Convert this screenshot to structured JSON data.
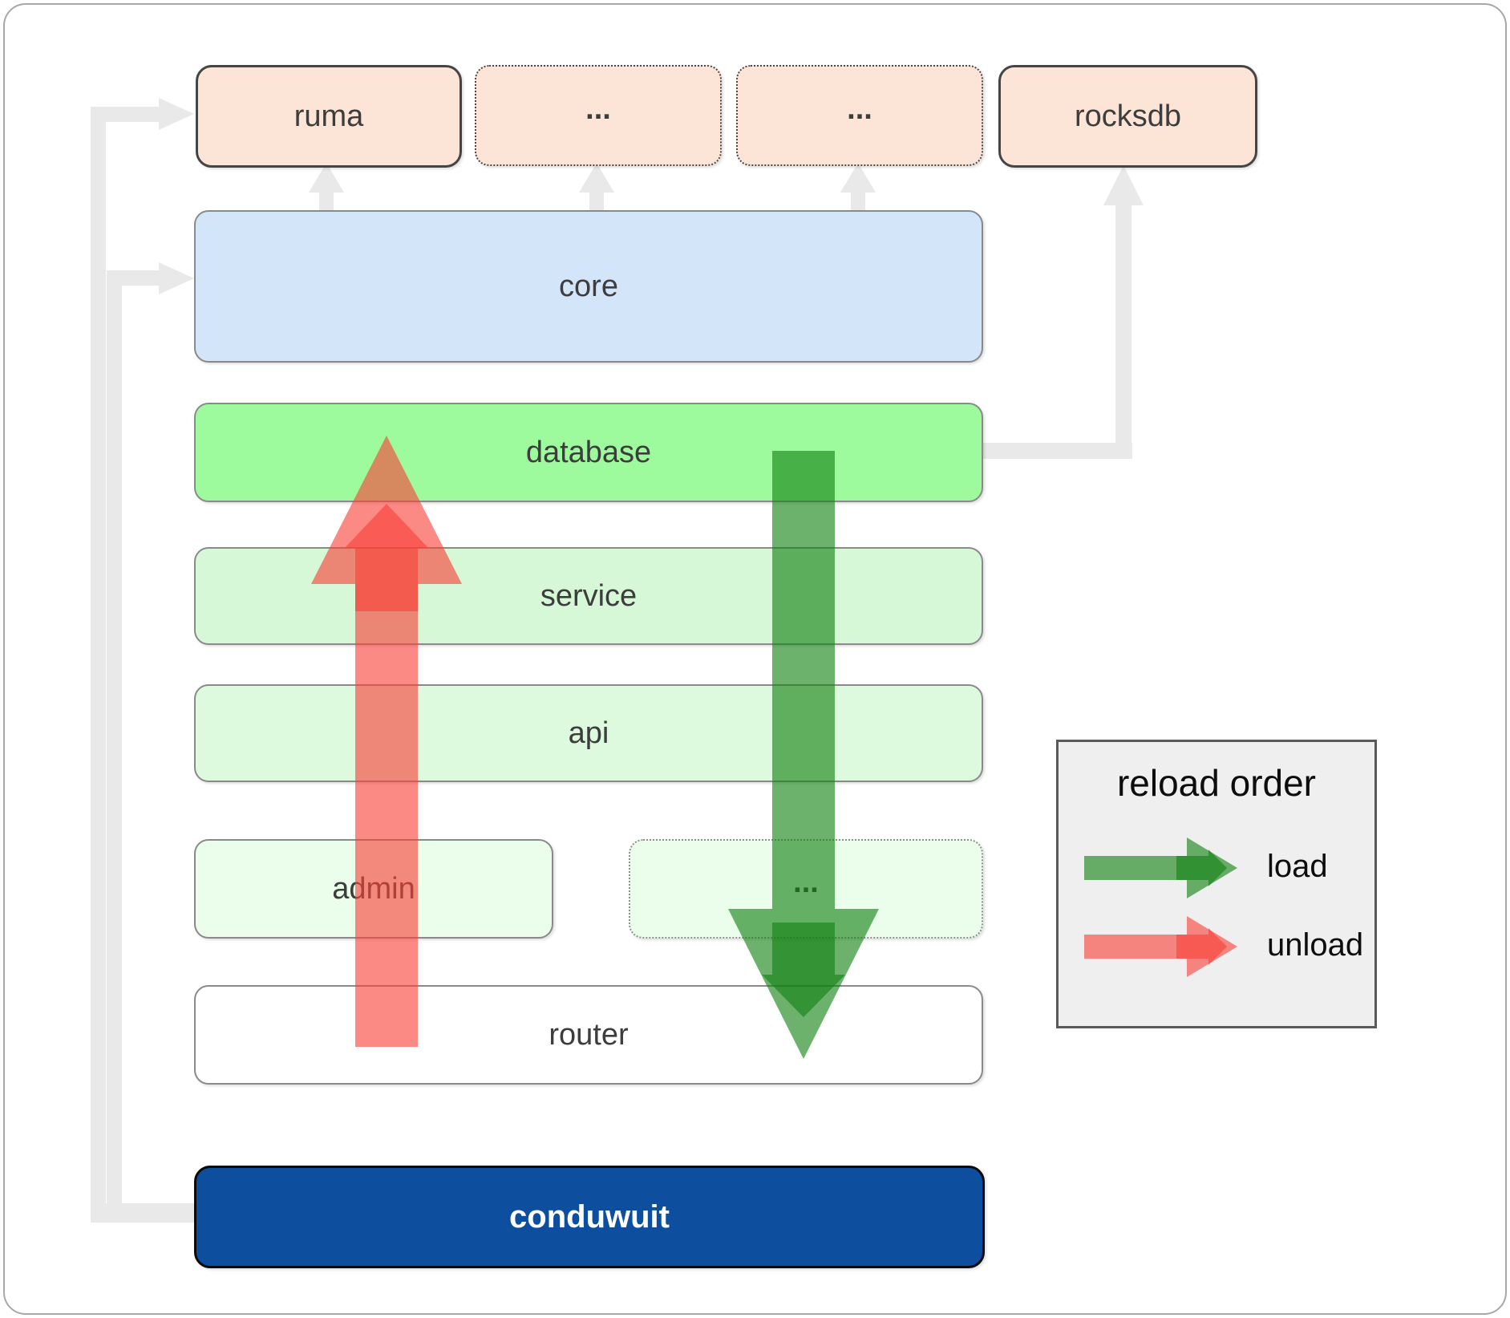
{
  "boxes": {
    "ruma": {
      "label": "ruma"
    },
    "deps1": {
      "label": "..."
    },
    "deps2": {
      "label": "..."
    },
    "rocksdb": {
      "label": "rocksdb"
    },
    "core": {
      "label": "core"
    },
    "database": {
      "label": "database"
    },
    "service": {
      "label": "service"
    },
    "api": {
      "label": "api"
    },
    "admin": {
      "label": "admin"
    },
    "admin_more": {
      "label": "..."
    },
    "router": {
      "label": "router"
    },
    "conduwuit": {
      "label": "conduwuit"
    }
  },
  "legend": {
    "title": "reload order",
    "items": [
      {
        "label": "load",
        "color": "#128112"
      },
      {
        "label": "unload",
        "color": "#f94139"
      }
    ]
  },
  "colors": {
    "peach-fill": "#fce5d6",
    "peach-border": "#454545",
    "dotted-dark": "#4a4a4a",
    "dotted-light": "#8f8f8f",
    "core-fill": "#d3e5f8",
    "database-fill": "#9efb9d",
    "service-fill": "#d6f8d6",
    "api-fill": "#defade",
    "pale-fill": "#ebfdeb",
    "router-fill": "#ffffff",
    "conduwuit-fill": "#0d4f9e",
    "conduwuit-border": "#0a0a0a",
    "box-border": "#8a8a8a",
    "legend-bg": "#efefef",
    "legend-border": "#595959",
    "connector": "#e9e9e9",
    "label": "#3d3d3d",
    "load": "#128112",
    "unload": "#f94139"
  }
}
